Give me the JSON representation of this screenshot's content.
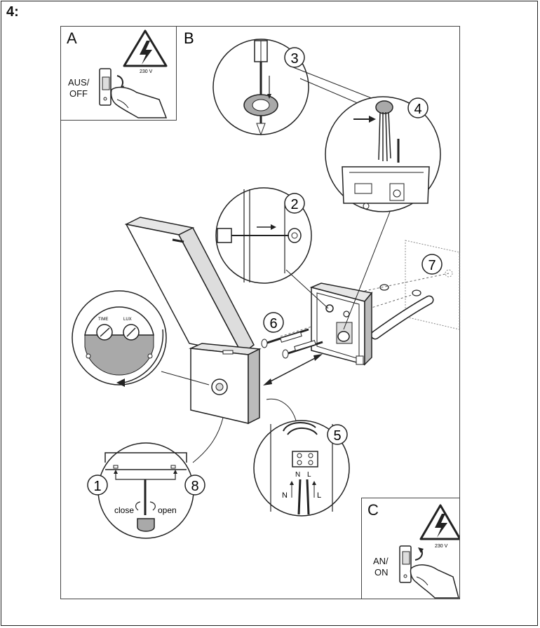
{
  "step": {
    "title": "4:"
  },
  "panel_a": {
    "letter": "A",
    "voltage": "230 V",
    "switch_label_1": "AUS/",
    "switch_label_2": "OFF"
  },
  "panel_b": {
    "letter": "B"
  },
  "panel_c": {
    "letter": "C",
    "voltage": "230 V",
    "switch_label_1": "AN/",
    "switch_label_2": "ON"
  },
  "callouts": [
    "3",
    "4",
    "2",
    "7",
    "6",
    "5",
    "1",
    "8"
  ],
  "sensor_dial": {
    "time_label": "TIME",
    "lux_label": "LUX"
  },
  "terminal": {
    "n": "N",
    "l": "L",
    "wire_n": "N",
    "wire_l": "L"
  },
  "screw_detail": {
    "close_label": "close",
    "open_label": "open"
  },
  "colors": {
    "line": "#222222",
    "grey_fill": "#a9a9a9",
    "light_fill": "#e6e6e6"
  }
}
